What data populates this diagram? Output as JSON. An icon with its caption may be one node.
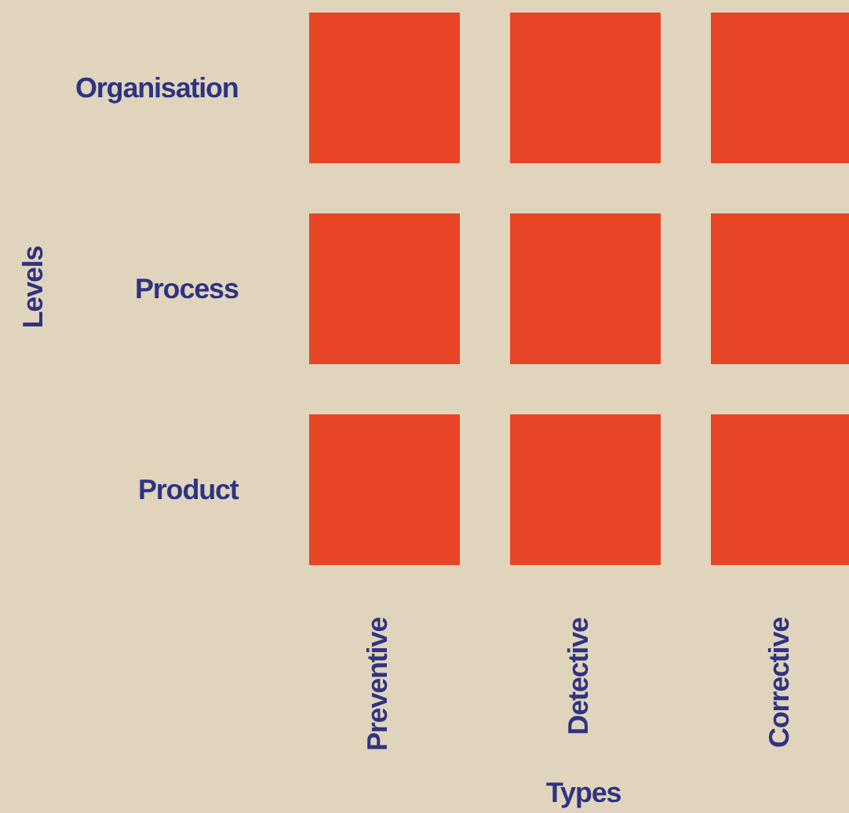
{
  "diagram": {
    "nodes": [
      {
        "text": [],
        "shape": "box"
      },
      {
        "text": [],
        "shape": "box"
      },
      {
        "text": [],
        "shape": "box"
      },
      {
        "text": [],
        "shape": "box"
      },
      {
        "text": [],
        "shape": "box"
      },
      {
        "text": [],
        "shape": "box"
      },
      {
        "text": [],
        "shape": "box"
      },
      {
        "text": [],
        "shape": "box"
      },
      {
        "text": [],
        "shape": "box"
      }
    ],
    "edges": [],
    "labels": [
      "Organisation",
      "Levels",
      "Process",
      "Product",
      "Preventive",
      "Detective",
      "Corrective",
      "Types"
    ]
  }
}
